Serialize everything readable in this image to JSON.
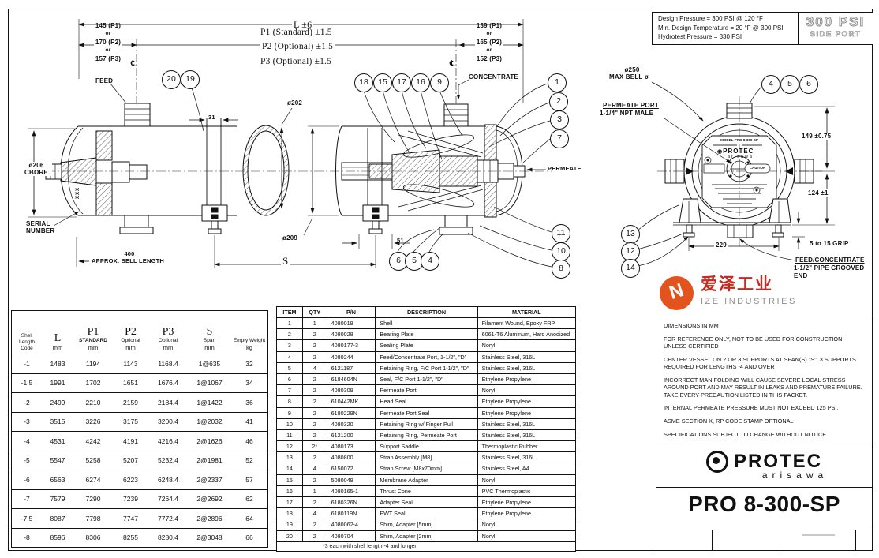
{
  "spec_box": {
    "lines": [
      "Design Pressure = 300 PSI @ 120 °F",
      "Min. Design Temperature = 20 °F @ 300 PSI",
      "Hydrotest Pressure = 330 PSI"
    ],
    "badge_top": "300 PSI",
    "badge_bottom": "SIDE PORT"
  },
  "top_dims": {
    "l": "L ±6",
    "p1": "P1 (Standard) ±1.5",
    "p2": "P2 (Optional) ±1.5",
    "p3": "P3 (Optional) ±1.5",
    "left_stack": [
      "145 (P1)",
      "or",
      "170 (P2)",
      "or",
      "157 (P3)"
    ],
    "right_stack": [
      "139 (P1)",
      "or",
      "165 (P2)",
      "or",
      "152 (P3)"
    ],
    "centerline_left": "℄",
    "centerline_right": "℄"
  },
  "labels": {
    "feed": "FEED",
    "concentrate": "CONCENTRATE",
    "permeate": "PERMEATE",
    "cbore_1": "ø206",
    "cbore_2": "CBORE",
    "serial_1": "SERIAL",
    "serial_2": "NUMBER",
    "serial_marker": "XXX",
    "bell_1": "400",
    "bell_2": "APPROX. BELL LENGTH",
    "dia202": "ø202",
    "dia209": "ø209",
    "dim31": "31",
    "dim51": "51",
    "span": "S"
  },
  "end_view": {
    "max_bell_1": "ø250",
    "max_bell_2": "MAX BELL ø",
    "permeate_port_1": "PERMEATE PORT",
    "permeate_port_2": "1-1/4\" NPT MALE",
    "dim149": "149 ±0.75",
    "dim124": "124 ±1",
    "dim229": "229",
    "grip": "5 to 15 GRIP",
    "feed_conc_1": "FEED/CONCENTRATE",
    "feed_conc_2": "1-1/2\" PIPE GROOVED",
    "feed_conc_3": "END",
    "faceplate_model": "MODEL PRO-8-300-SP",
    "faceplate_brand": "PROTEC",
    "faceplate_sub": "arisawa",
    "faceplate_caution": "CAUTION"
  },
  "balloons": {
    "n1": "1",
    "n2": "2",
    "n3": "3",
    "n4": "4",
    "n5": "5",
    "n6": "6",
    "n7": "7",
    "n8": "8",
    "n9": "9",
    "n10": "10",
    "n11": "11",
    "n12": "12",
    "n13": "13",
    "n14": "14",
    "n15": "15",
    "n16": "16",
    "n17": "17",
    "n18": "18",
    "n19": "19",
    "n20": "20"
  },
  "shell_table": {
    "col1": [
      "Shell",
      "Length",
      "Code"
    ],
    "colL": [
      "L",
      "mm"
    ],
    "colP1": [
      "P1",
      "STANDARD",
      "mm"
    ],
    "colP2": [
      "P2",
      "Optional",
      "mm"
    ],
    "colP3": [
      "P3",
      "Optional",
      "mm"
    ],
    "colS": [
      "S",
      "Span",
      "mm"
    ],
    "colW": [
      "Empty Weight",
      "kg"
    ],
    "rows": [
      [
        "-1",
        "1483",
        "1194",
        "1143",
        "1168.4",
        "1@635",
        "32"
      ],
      [
        "-1.5",
        "1991",
        "1702",
        "1651",
        "1676.4",
        "1@1067",
        "34"
      ],
      [
        "-2",
        "2499",
        "2210",
        "2159",
        "2184.4",
        "1@1422",
        "36"
      ],
      [
        "-3",
        "3515",
        "3226",
        "3175",
        "3200.4",
        "1@2032",
        "41"
      ],
      [
        "-4",
        "4531",
        "4242",
        "4191",
        "4216.4",
        "2@1626",
        "46"
      ],
      [
        "-5",
        "5547",
        "5258",
        "5207",
        "5232.4",
        "2@1981",
        "52"
      ],
      [
        "-6",
        "6563",
        "6274",
        "6223",
        "6248.4",
        "2@2337",
        "57"
      ],
      [
        "-7",
        "7579",
        "7290",
        "7239",
        "7264.4",
        "2@2692",
        "62"
      ],
      [
        "-7.5",
        "8087",
        "7798",
        "7747",
        "7772.4",
        "2@2896",
        "64"
      ],
      [
        "-8",
        "8596",
        "8306",
        "8255",
        "8280.4",
        "2@3048",
        "66"
      ]
    ]
  },
  "parts_table": {
    "headers": [
      "ITEM",
      "QTY",
      "P/N",
      "DESCRIPTION",
      "MATERIAL"
    ],
    "rows": [
      [
        "1",
        "1",
        "4080019",
        "Shell",
        "Filament Wound, Epoxy FRP"
      ],
      [
        "2",
        "2",
        "4080028",
        "Bearing Plate",
        "6061-T6 Aluminum, Hard Anodized"
      ],
      [
        "3",
        "2",
        "4080177-3",
        "Sealing Plate",
        "Noryl"
      ],
      [
        "4",
        "2",
        "4080244",
        "Feed/Concentrate Port, 1-1/2\", \"D\"",
        "Stainless Steel, 316L"
      ],
      [
        "5",
        "4",
        "6121187",
        "Retaining Ring, F/C Port 1-1/2\", \"D\"",
        "Stainless Steel, 316L"
      ],
      [
        "6",
        "2",
        "6184604N",
        "Seal, F/C Port 1-1/2\", \"D\"",
        "Ethylene Propylene"
      ],
      [
        "7",
        "2",
        "4080309",
        "Permeate Port",
        "Noryl"
      ],
      [
        "8",
        "2",
        "610442MK",
        "Head Seal",
        "Ethylene Propylene"
      ],
      [
        "9",
        "2",
        "6180229N",
        "Permeate Port Seal",
        "Ethylene Propylene"
      ],
      [
        "10",
        "2",
        "4080320",
        "Retaining Ring w/ Finger Pull",
        "Stainless Steel, 316L"
      ],
      [
        "11",
        "2",
        "6121200",
        "Retaining Ring, Permeate Port",
        "Stainless Steel, 316L"
      ],
      [
        "12",
        "2*",
        "4080173",
        "Support Saddle",
        "Thermoplastic Rubber"
      ],
      [
        "13",
        "2",
        "4080800",
        "Strap Assembly [M8]",
        "Stainless Steel, 316L"
      ],
      [
        "14",
        "4",
        "6150072",
        "Strap Screw [M8x70mm]",
        "Stainless Steel, A4"
      ],
      [
        "15",
        "2",
        "5080049",
        "Membrane Adapter",
        "Noryl"
      ],
      [
        "16",
        "1",
        "4080165-1",
        "Thrust Cone",
        "PVC Thermoplastic"
      ],
      [
        "17",
        "2",
        "6180326N",
        "Adapter Seal",
        "Ethylene Propylene"
      ],
      [
        "18",
        "4",
        "6180119N",
        "PWT Seal",
        "Ethylene Propylene"
      ],
      [
        "19",
        "2",
        "4080062-4",
        "Shim, Adapter [5mm]",
        "Noryl"
      ],
      [
        "20",
        "2",
        "4080704",
        "Shim, Adapter [2mm]",
        "Noryl"
      ]
    ],
    "footnote": "*3 each with shell length -4 and longer"
  },
  "notes": [
    "DIMENSIONS IN MM",
    "FOR REFERENCE ONLY, NOT TO BE USED FOR CONSTRUCTION UNLESS CERTIFIED",
    "CENTER VESSEL ON 2 OR 3 SUPPORTS AT SPAN(S) \"S\".  3 SUPPORTS REQUIRED FOR LENGTHS -4 AND OVER",
    "INCORRECT MANIFOLDING WILL CAUSE SEVERE LOCAL STRESS AROUND PORT AND MAY RESULT IN LEAKS AND PREMATURE FAILURE.  TAKE EVERY PRECAUTION LISTED IN THIS PACKET.",
    "INTERNAL PERMEATE PRESSURE MUST NOT EXCEED 125 PSI.",
    "ASME SECTION X, RP CODE STAMP OPTIONAL",
    "SPECIFICATIONS SUBJECT TO CHANGE WITHOUT NOTICE"
  ],
  "title_block": {
    "brand": "PROTEC",
    "brand_sub": "arisawa",
    "model": "PRO 8-300-SP"
  },
  "watermark": {
    "cn": "爱泽工业",
    "en": "IZE INDUSTRIES"
  }
}
